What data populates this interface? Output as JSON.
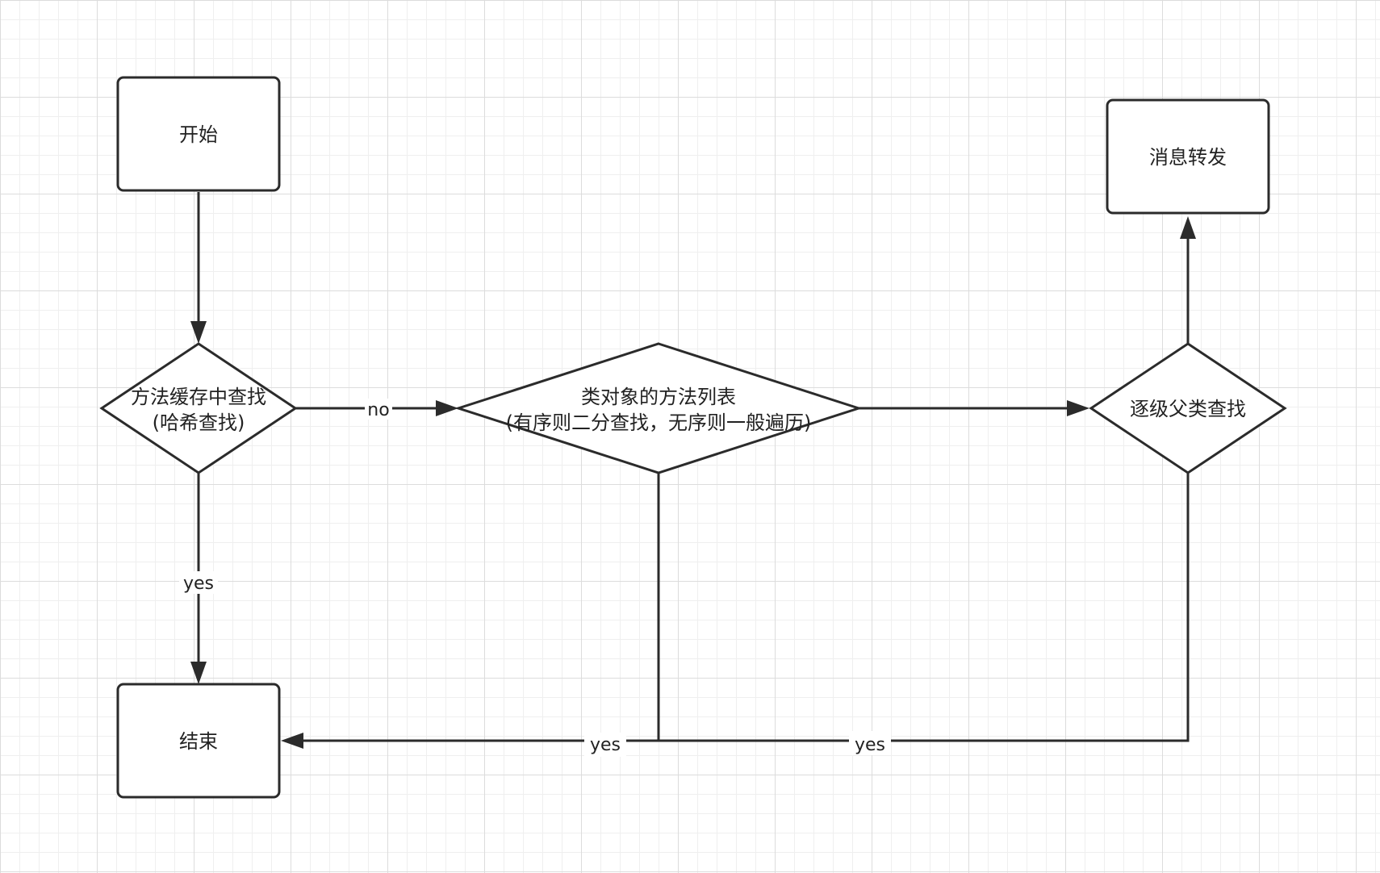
{
  "diagram": {
    "nodes": {
      "start": {
        "lines": [
          "开始"
        ]
      },
      "cache_lookup": {
        "lines": [
          "方法缓存中查找",
          "(哈希查找)"
        ]
      },
      "method_list": {
        "lines": [
          "类对象的方法列表",
          "(有序则二分查找，无序则一般遍历)"
        ]
      },
      "superclass_lookup": {
        "lines": [
          "逐级父类查找"
        ]
      },
      "forwarding": {
        "lines": [
          "消息转发"
        ]
      },
      "end": {
        "lines": [
          "结束"
        ]
      }
    },
    "edges": {
      "cache_no": "no",
      "cache_yes": "yes",
      "method_list_yes": "yes",
      "superclass_yes": "yes"
    }
  }
}
